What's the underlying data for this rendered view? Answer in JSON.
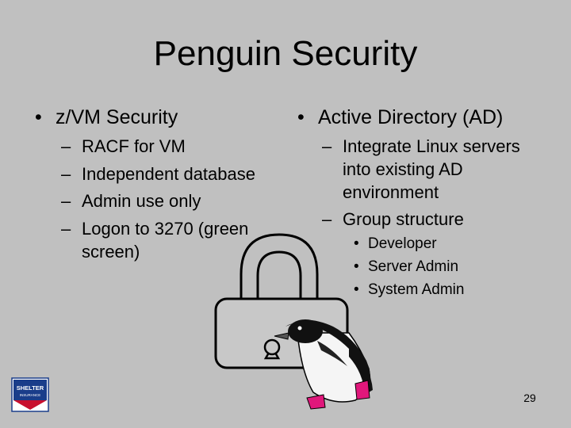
{
  "slide": {
    "title": "Penguin Security",
    "left": {
      "heading": "z/VM Security",
      "items": [
        "RACF for VM",
        "Independent database",
        "Admin use only",
        "Logon to 3270 (green",
        "screen)"
      ]
    },
    "right": {
      "heading": "Active Directory (AD)",
      "sub": [
        {
          "lines": [
            "Integrate Linux servers",
            "into existing AD",
            "environment"
          ]
        },
        {
          "lines": [
            "Group structure"
          ]
        }
      ],
      "subsub": [
        "Developer",
        "Server Admin",
        "System Admin"
      ]
    },
    "page_number": "29",
    "logo_text": {
      "line1": "SHELTER",
      "line2": "INSURANCE"
    }
  },
  "colors": {
    "background": "#c0c0c0",
    "lock_fill": "#c8c8c8",
    "logo_blue": "#1a3d8a",
    "logo_red": "#c8102e",
    "feet": "#e0177b"
  },
  "icons": [
    "padlock-icon",
    "penguin-icon",
    "shelter-insurance-logo"
  ]
}
